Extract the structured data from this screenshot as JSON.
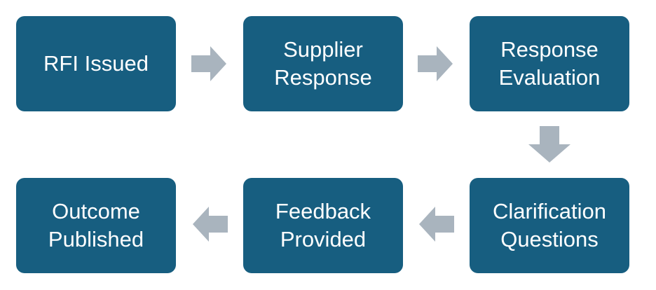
{
  "steps": [
    {
      "id": "rfi-issued",
      "lines": [
        "RFI Issued"
      ]
    },
    {
      "id": "supplier-response",
      "lines": [
        "Supplier",
        "Response"
      ]
    },
    {
      "id": "response-evaluation",
      "lines": [
        "Response",
        "Evaluation"
      ]
    },
    {
      "id": "clarification-questions",
      "lines": [
        "Clarification",
        "Questions"
      ]
    },
    {
      "id": "feedback-provided",
      "lines": [
        "Feedback",
        "Provided"
      ]
    },
    {
      "id": "outcome-published",
      "lines": [
        "Outcome",
        "Published"
      ]
    }
  ],
  "colors": {
    "box": "#175e80",
    "text": "#ffffff",
    "arrow": "#a9b4be"
  },
  "arrows": [
    {
      "from": "rfi-issued",
      "to": "supplier-response",
      "direction": "right"
    },
    {
      "from": "supplier-response",
      "to": "response-evaluation",
      "direction": "right"
    },
    {
      "from": "response-evaluation",
      "to": "clarification-questions",
      "direction": "down"
    },
    {
      "from": "clarification-questions",
      "to": "feedback-provided",
      "direction": "left"
    },
    {
      "from": "feedback-provided",
      "to": "outcome-published",
      "direction": "left"
    }
  ]
}
